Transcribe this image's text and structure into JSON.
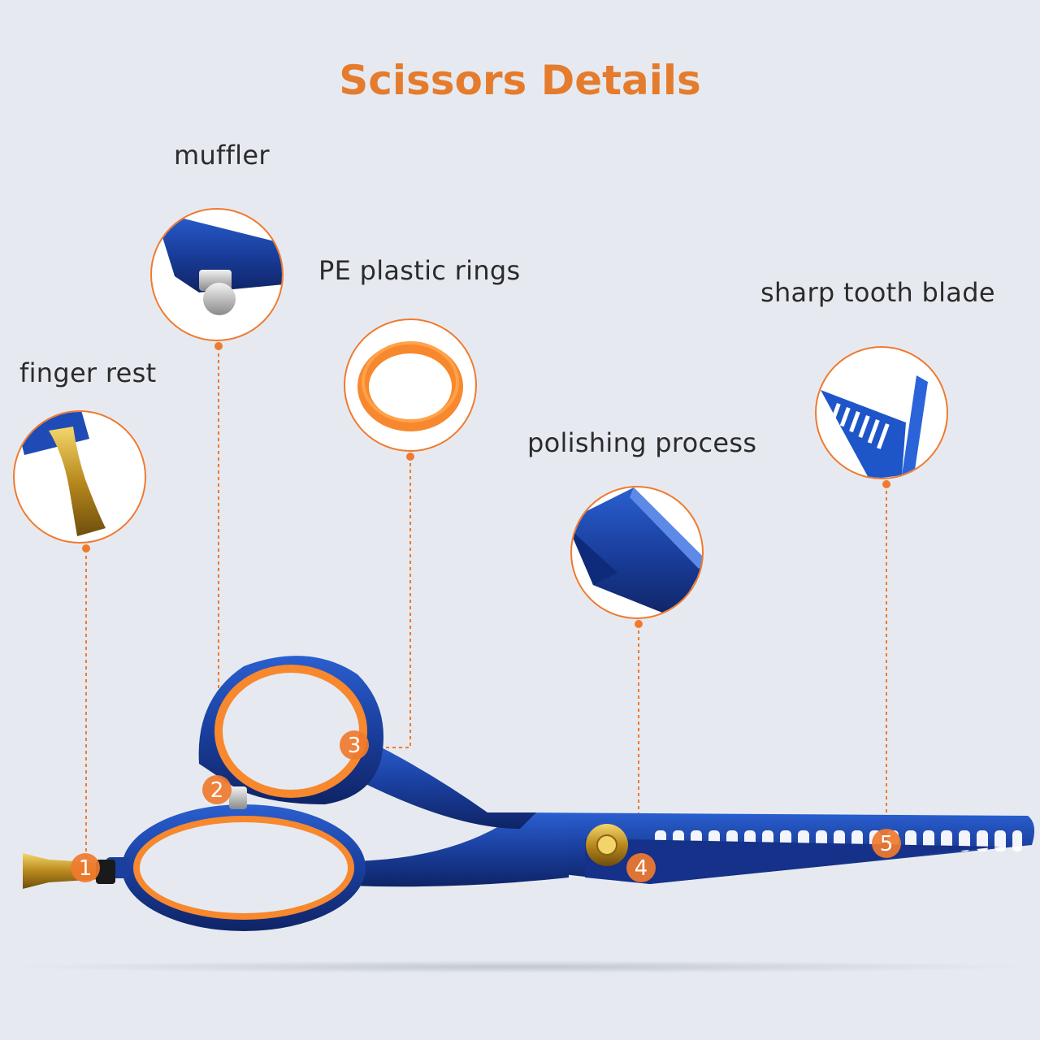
{
  "title": "Scissors Details",
  "accent_color": "#f07a2e",
  "callouts": [
    {
      "number": "1",
      "label": "finger rest",
      "detail_icon": "finger-rest-detail"
    },
    {
      "number": "2",
      "label": "muffler",
      "detail_icon": "muffler-detail"
    },
    {
      "number": "3",
      "label": "PE plastic rings",
      "detail_icon": "plastic-ring-detail"
    },
    {
      "number": "4",
      "label": "polishing process",
      "detail_icon": "polished-blade-detail"
    },
    {
      "number": "5",
      "label": "sharp tooth blade",
      "detail_icon": "tooth-blade-detail"
    }
  ]
}
